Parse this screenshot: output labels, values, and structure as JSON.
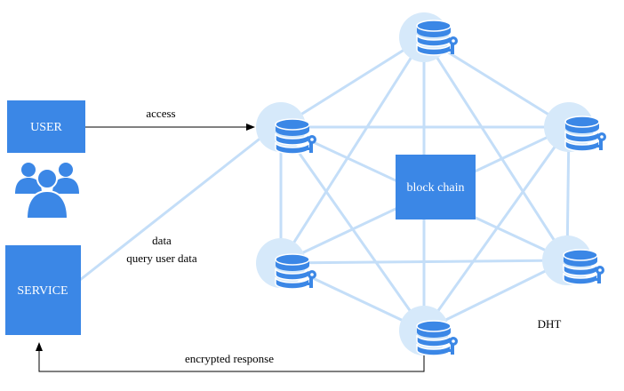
{
  "labels": {
    "user": "USER",
    "service": "SERVICE",
    "blockchain": "block chain",
    "access": "access",
    "data": "data",
    "query": "query user data",
    "encrypted": "encrypted response",
    "dht": "DHT"
  },
  "icons": {
    "users": "users-group-icon",
    "database": "database-key-icon"
  },
  "colors": {
    "box": "#3b87e6",
    "link": "#c4def8",
    "halo": "#d6e9fa",
    "arrow": "#000000"
  }
}
